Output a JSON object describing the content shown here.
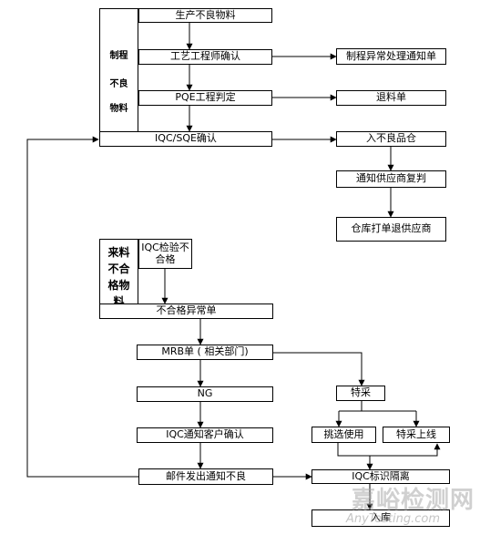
{
  "nodes": {
    "defective_material": "生产不良物料",
    "process_engineer_confirm": "工艺工程师确认",
    "pqe_judgment": "PQE工程判定",
    "iqc_sqe_confirm": "IQC/SQE确认",
    "process_abnormal_notice": "制程异常处理通知单",
    "material_return_form": "退料单",
    "defective_warehouse": "入不良品仓",
    "notify_supplier_recheck": "通知供应商复判",
    "warehouse_return_to_supplier": "仓库打单退供应商",
    "iqc_inspection_fail": "IQC检验不合格",
    "nonconformity_form": "不合格异常单",
    "mrb_form": "MRB单 ( 相关部门)",
    "ng": "NG",
    "special_acceptance": "特采",
    "iqc_notify_customer": "IQC通知客户确认",
    "sort_and_use": "挑选使用",
    "special_acceptance_online": "特采上线",
    "email_notice": "邮件发出通知不良",
    "iqc_label_isolate": "IQC标识隔离",
    "warehouse_in": "入库"
  },
  "side_labels": {
    "process_defective": [
      "制程",
      "不良",
      "物料"
    ],
    "incoming_nonconforming": "来料不合格物料"
  },
  "watermark": {
    "cn": "嘉峪检测网",
    "en": "AnyTesting.com"
  }
}
